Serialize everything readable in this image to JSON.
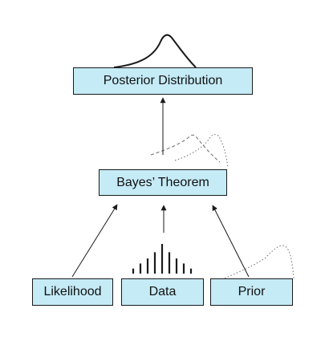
{
  "diagram": {
    "style": {
      "box_fill": "#c5ebf7",
      "box_stroke": "#1a1a1a",
      "line_color": "#1a1a1a",
      "dashed_color": "#6b6b6b"
    },
    "nodes": {
      "posterior": "Posterior Distribution",
      "bayes": "Bayes’ Theorem",
      "likelihood": "Likelihood",
      "data": "Data",
      "prior": "Prior"
    },
    "data_histogram": {
      "bar_heights": [
        0.17,
        0.34,
        0.51,
        0.72,
        1.0,
        0.72,
        0.51,
        0.34,
        0.17
      ]
    }
  }
}
